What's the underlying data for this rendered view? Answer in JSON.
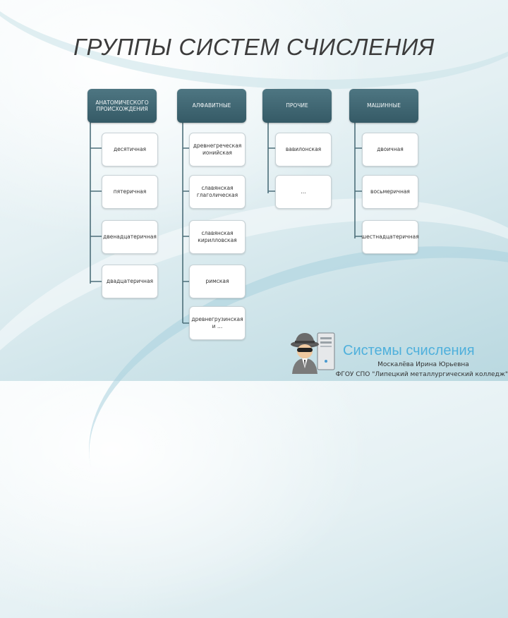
{
  "title": "ГРУППЫ СИСТЕМ СЧИСЛЕНИЯ",
  "colors": {
    "header_fill": "#40666f",
    "box_fill": "#ffffff",
    "connector": "#4d6f7a",
    "logo_text": "#4fb0dc"
  },
  "columns": [
    {
      "header": "АНАТОМИЧЕСКОГО ПРОИСХОЖДЕНИЯ",
      "items": [
        "десятичная",
        "пятеричная",
        "двенадцатеричная",
        "двадцатеричная"
      ]
    },
    {
      "header": "АЛФАВИТНЫЕ",
      "items": [
        "древнегреческая ионийская",
        "славянская глаголическая",
        "славянская кирилловская",
        "римская",
        "древнегрузинская и …"
      ]
    },
    {
      "header": "ПРОЧИЕ",
      "items": [
        "вавилонская",
        "…"
      ]
    },
    {
      "header": "МАШИННЫЕ",
      "items": [
        "двоичная",
        "восьмеричная",
        "шестнадцатеричная"
      ]
    }
  ],
  "footer": {
    "logo_text": "Системы счисления",
    "author": "Москалёва Ирина Юрьевна",
    "college": "ФГОУ СПО \"Липецкий металлургический колледж\""
  },
  "icons": [
    "spy-agent-icon",
    "computer-tower-icon"
  ]
}
